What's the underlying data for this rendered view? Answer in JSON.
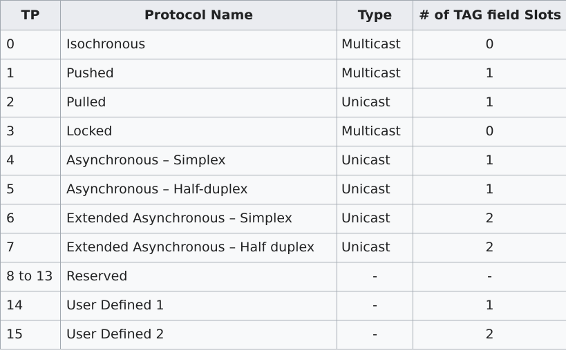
{
  "table": {
    "headers": [
      "TP",
      "Protocol Name",
      "Type",
      "# of TAG field Slots"
    ],
    "rows": [
      [
        "0",
        "Isochronous",
        "Multicast",
        "0"
      ],
      [
        "1",
        "Pushed",
        "Multicast",
        "1"
      ],
      [
        "2",
        "Pulled",
        "Unicast",
        "1"
      ],
      [
        "3",
        "Locked",
        "Multicast",
        "0"
      ],
      [
        "4",
        "Asynchronous – Simplex",
        "Unicast",
        "1"
      ],
      [
        "5",
        "Asynchronous – Half-duplex",
        "Unicast",
        "1"
      ],
      [
        "6",
        "Extended Asynchronous – Simplex",
        "Unicast",
        "2"
      ],
      [
        "7",
        "Extended Asynchronous – Half duplex",
        "Unicast",
        "2"
      ],
      [
        "8 to 13",
        "Reserved",
        "-",
        "-"
      ],
      [
        "14",
        "User Defined 1",
        "-",
        "1"
      ],
      [
        "15",
        "User Defined 2",
        "-",
        "2"
      ]
    ]
  }
}
